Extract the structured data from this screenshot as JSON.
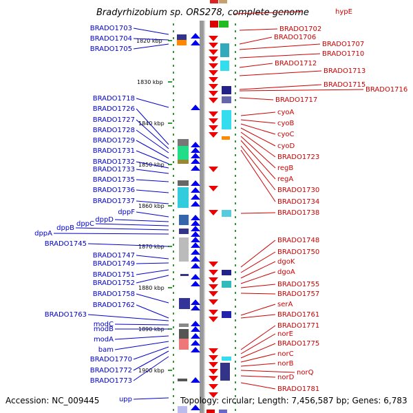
{
  "title": "Bradyrhizobium sp. ORS278, complete genome",
  "footer": {
    "accession": "Accession: NC_009445",
    "topology": "Topology: circular; Length: 7,456,587 bp; Genes: 6,783"
  },
  "scale_labels": [
    "1820 kbp",
    "1830 kbp",
    "1840 kbp",
    "1850 kbp",
    "1860 kbp",
    "1870 kbp",
    "1880 kbp",
    "1890 kbp",
    "1900 kbp"
  ],
  "left_genes": [
    "BRADO1703",
    "BRADO1704",
    "BRADO1705",
    "BRADO1718",
    "BRADO1726",
    "BRADO1727",
    "BRADO1728",
    "BRADO1729",
    "BRADO1731",
    "BRADO1732",
    "BRADO1733",
    "BRADO1735",
    "BRADO1736",
    "BRADO1737",
    "dppF",
    "dppD",
    "dppC",
    "dppB",
    "dppA",
    "BRADO1745",
    "BRADO1747",
    "BRADO1749",
    "BRADO1751",
    "BRADO1752",
    "BRADO1758",
    "BRADO1762",
    "BRADO1763",
    "modC",
    "modB",
    "modA",
    "bam",
    "BRADO1770",
    "BRADO1772",
    "BRADO1773",
    "upp"
  ],
  "right_genes": [
    "hypE",
    "BRADO1702",
    "BRADO1706",
    "BRADO1707",
    "BRADO1710",
    "BRADO1712",
    "BRADO1713",
    "BRADO1715",
    "BRADO1716",
    "BRADO1717",
    "cyoA",
    "cyoB",
    "cyoC",
    "cyoD",
    "BRADO1723",
    "regB",
    "regA",
    "BRADO1730",
    "BRADO1734",
    "BRADO1738",
    "BRADO1748",
    "BRADO1750",
    "dgoK",
    "dgoA",
    "BRADO1755",
    "BRADO1757",
    "serA",
    "BRADO1761",
    "BRADO1771",
    "norE",
    "BRADO1775",
    "norC",
    "norB",
    "norQ",
    "norD",
    "BRADO1781"
  ],
  "colors": {
    "forward_strand": "#0000cc",
    "reverse_strand": "#dd0000",
    "backbone": "#9a9a9a",
    "scale_dots": "#339933",
    "text": "#000000"
  }
}
